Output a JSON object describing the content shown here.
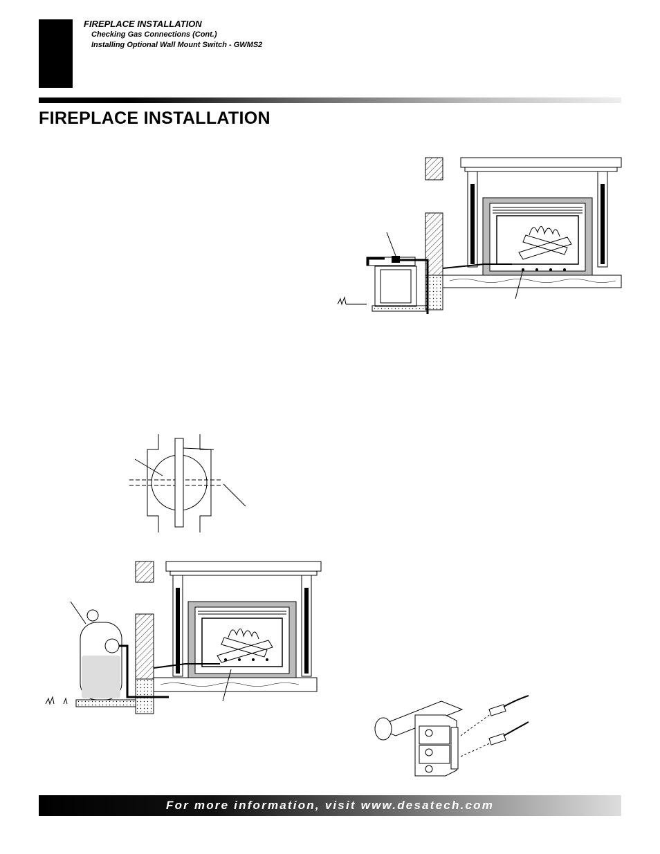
{
  "header": {
    "title": "FIREPLACE INSTALLATION",
    "subtitle_1": "Checking Gas Connections (Cont.)",
    "subtitle_2": "Installing Optional Wall Mount Switch - GWMS2"
  },
  "main": {
    "title": "FIREPLACE INSTALLATION"
  },
  "figures": [
    {
      "name": "natural-gas-meter-installation-figure"
    },
    {
      "name": "gas-valve-handle-figure"
    },
    {
      "name": "propane-tank-installation-figure"
    },
    {
      "name": "wall-switch-terminal-figure"
    }
  ],
  "footer": {
    "text": "For more information, visit www.desatech.com"
  },
  "colors": {
    "text": "#000000",
    "background": "#ffffff"
  }
}
